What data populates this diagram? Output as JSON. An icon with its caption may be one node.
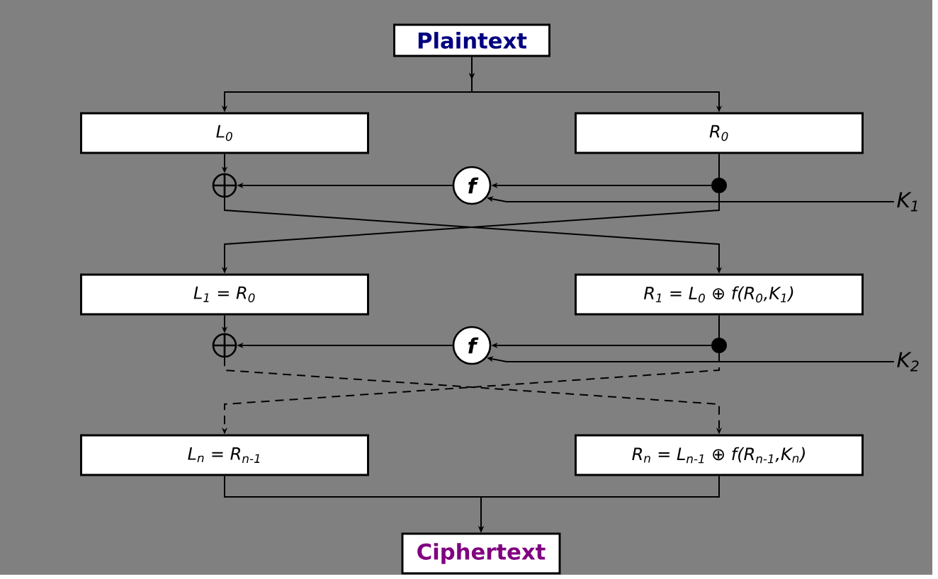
{
  "diagram": {
    "nodes": [
      {
        "text": [
          "Plaintext"
        ]
      },
      {
        "text": [
          "L$_{0}$"
        ]
      },
      {
        "text": [
          "R$_{0}$"
        ]
      },
      {
        "text": [],
        "shape": "circle"
      },
      {
        "text": [
          "f"
        ]
      },
      {
        "text": [],
        "shape": "circle"
      },
      {
        "text": [
          "K$_{1}$"
        ]
      },
      {
        "text": [
          "L$_{1}$ = R$_{0}$"
        ]
      },
      {
        "text": [
          "R$_{1}$ = L$_{0}$ ⊕ f(R$_{0}$,K$_{1}$)"
        ]
      },
      {
        "text": [],
        "shape": "circle"
      },
      {
        "text": [
          "f"
        ]
      },
      {
        "text": [],
        "shape": "circle"
      },
      {
        "text": [
          "K$_{2}$"
        ]
      },
      {
        "text": [
          "L$_{n}$ = R$_{n-1}$"
        ]
      },
      {
        "text": [
          "R$_{n}$ = L$_{n-1}$ ⊕ f(R$_{n-1}$,K$_{n}$)"
        ]
      },
      {
        "text": [
          "Ciphertext"
        ]
      }
    ],
    "edges": [
      {
        "from": 0,
        "to": 1,
        "arrow": "to"
      },
      {
        "from": 0,
        "to": 2,
        "arrow": "to"
      },
      {
        "from": 1,
        "to": 3,
        "arrow": "to"
      },
      {
        "from": 2,
        "to": 5,
        "arrow": "none"
      },
      {
        "from": 5,
        "to": 4,
        "arrow": "to"
      },
      {
        "from": 6,
        "to": 4,
        "arrow": "to"
      },
      {
        "from": 4,
        "to": 3,
        "arrow": "to"
      },
      {
        "from": 3,
        "to": 8,
        "arrow": "to"
      },
      {
        "from": 5,
        "to": 7,
        "arrow": "to"
      },
      {
        "from": 7,
        "to": 9,
        "arrow": "to"
      },
      {
        "from": 8,
        "to": 11,
        "arrow": "none"
      },
      {
        "from": 11,
        "to": 10,
        "arrow": "to"
      },
      {
        "from": 12,
        "to": 10,
        "arrow": "to"
      },
      {
        "from": 10,
        "to": 9,
        "arrow": "to"
      },
      {
        "from": 9,
        "to": 14,
        "arrow": "to",
        "style": "dashed"
      },
      {
        "from": 11,
        "to": 13,
        "arrow": "to",
        "style": "dashed"
      },
      {
        "from": 13,
        "to": 15,
        "arrow": "to"
      },
      {
        "from": 14,
        "to": 15,
        "arrow": "to"
      }
    ]
  }
}
